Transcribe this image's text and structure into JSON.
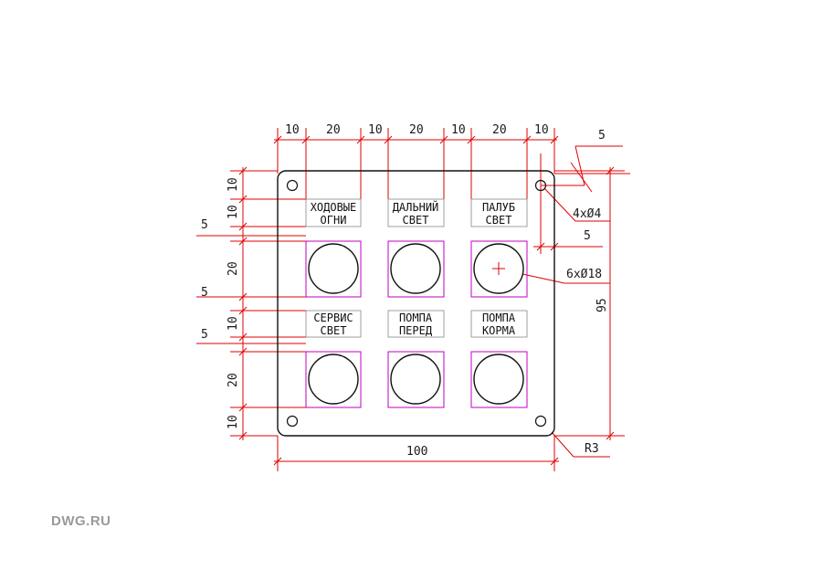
{
  "watermark": "DWG.RU",
  "labels": [
    {
      "line1": "ХОДОВЫЕ",
      "line2": "ОГНИ"
    },
    {
      "line1": "ДАЛЬНИЙ",
      "line2": "СВЕТ"
    },
    {
      "line1": "ПАЛУБ",
      "line2": "СВЕТ"
    },
    {
      "line1": "СЕРВИС",
      "line2": "СВЕТ"
    },
    {
      "line1": "ПОМПА",
      "line2": "ПЕРЕД"
    },
    {
      "line1": "ПОМПА",
      "line2": "КОРМА"
    }
  ],
  "dims": {
    "top": [
      "10",
      "20",
      "10",
      "20",
      "10",
      "20",
      "10"
    ],
    "left": [
      "10",
      "10",
      "5",
      "20",
      "5",
      "10",
      "5",
      "20",
      "10"
    ],
    "width": "100",
    "height": "95",
    "corner_offset_top": "5",
    "corner_offset_side": "5",
    "mount_holes": "4xØ4",
    "button_holes": "6xØ18",
    "corner_radius": "R3"
  },
  "colors": {
    "dimension": "#e00000",
    "button_square": "#c000c0",
    "outline": "#111111"
  }
}
